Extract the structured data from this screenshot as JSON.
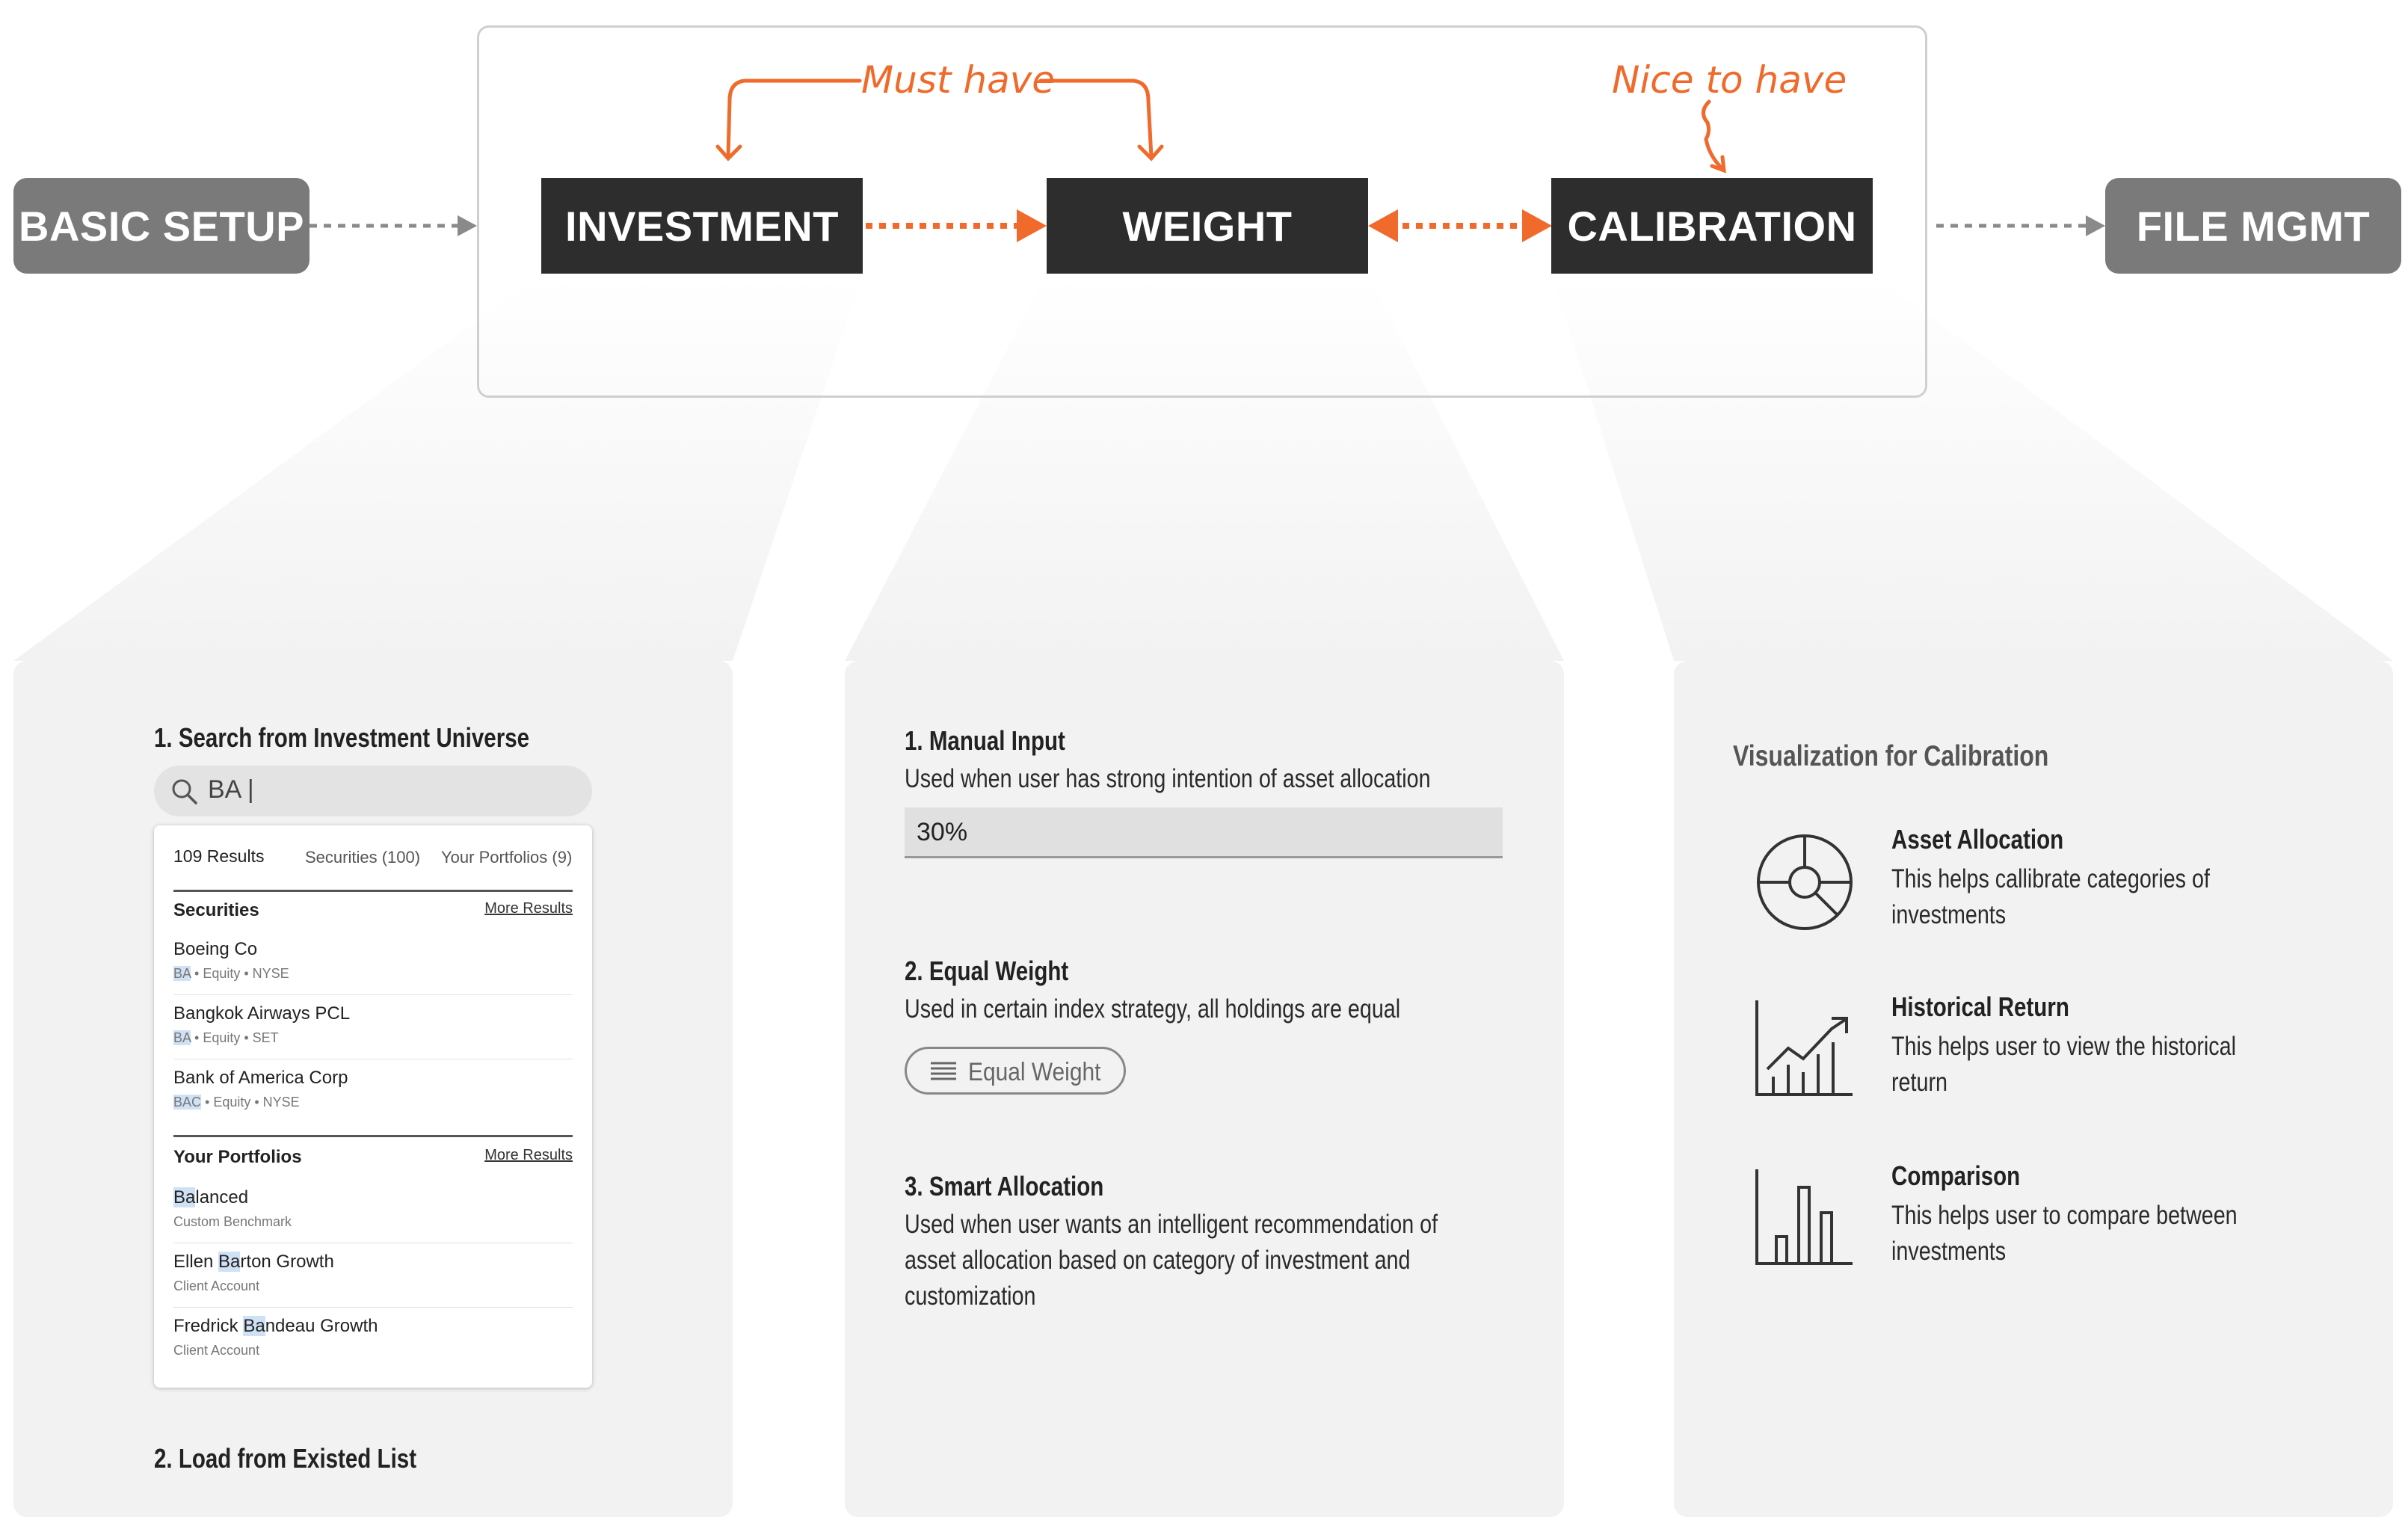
{
  "flow": {
    "basic_setup": "BASIC SETUP",
    "investment": "INVESTMENT",
    "weight": "WEIGHT",
    "calibration": "CALIBRATION",
    "file_mgmt": "FILE MGMT",
    "must_have": "Must have",
    "nice_to_have": "Nice to have"
  },
  "colors": {
    "accent": "#ef6a2b",
    "dark_node": "#2d2d2d",
    "gray_node": "#7a7a7a",
    "panel_bg": "#f2f2f2"
  },
  "investment_panel": {
    "step1": "1. Search from Investment Universe",
    "search_value": "BA |",
    "tabs": [
      "109 Results",
      "Securities (100)",
      "Your Portfolios (9)"
    ],
    "securities_title": "Securities",
    "more_results": "More Results",
    "securities": [
      {
        "name_pre": "",
        "name_hl": "",
        "name_post": "Boeing Co",
        "sub_hl": "BA",
        "sub_rest": " • Equity • NYSE"
      },
      {
        "name_pre": "",
        "name_hl": "",
        "name_post": "Bangkok Airways PCL",
        "sub_hl": "BA",
        "sub_rest": " • Equity • SET"
      },
      {
        "name_pre": "",
        "name_hl": "",
        "name_post": "Bank of America Corp",
        "sub_hl": "BAC",
        "sub_rest": " • Equity • NYSE"
      }
    ],
    "portfolios_title": "Your Portfolios",
    "portfolios": [
      {
        "name_pre": "",
        "name_hl": "Ba",
        "name_post": "lanced",
        "sub": "Custom Benchmark"
      },
      {
        "name_pre": "Ellen ",
        "name_hl": "Ba",
        "name_post": "rton Growth",
        "sub": "Client Account"
      },
      {
        "name_pre": "Fredrick ",
        "name_hl": "Ba",
        "name_post": "ndeau Growth",
        "sub": "Client Account"
      }
    ],
    "step2": "2. Load from Existed List"
  },
  "weight_panel": {
    "step1_title": "1. Manual Input",
    "step1_desc": "Used when user has strong intention of asset allocation",
    "manual_value": "30%",
    "step2_title": "2. Equal Weight",
    "step2_desc": "Used in certain index strategy, all holdings are equal",
    "equal_weight_label": "Equal Weight",
    "step3_title": "3. Smart Allocation",
    "step3_desc_lines": [
      "Used when user wants an intelligent recommendation of",
      "asset allocation based on category of investment and",
      "customization"
    ]
  },
  "calibration_panel": {
    "title": "Visualization for Calibration",
    "items": [
      {
        "icon": "pie-chart-icon",
        "title": "Asset Allocation",
        "desc_lines": [
          "This helps callibrate categories of",
          "investments"
        ]
      },
      {
        "icon": "line-chart-icon",
        "title": "Historical Return",
        "desc_lines": [
          "This helps user to view the historical",
          "return"
        ]
      },
      {
        "icon": "bar-chart-icon",
        "title": "Comparison",
        "desc_lines": [
          "This helps user to compare between",
          "investments"
        ]
      }
    ]
  }
}
